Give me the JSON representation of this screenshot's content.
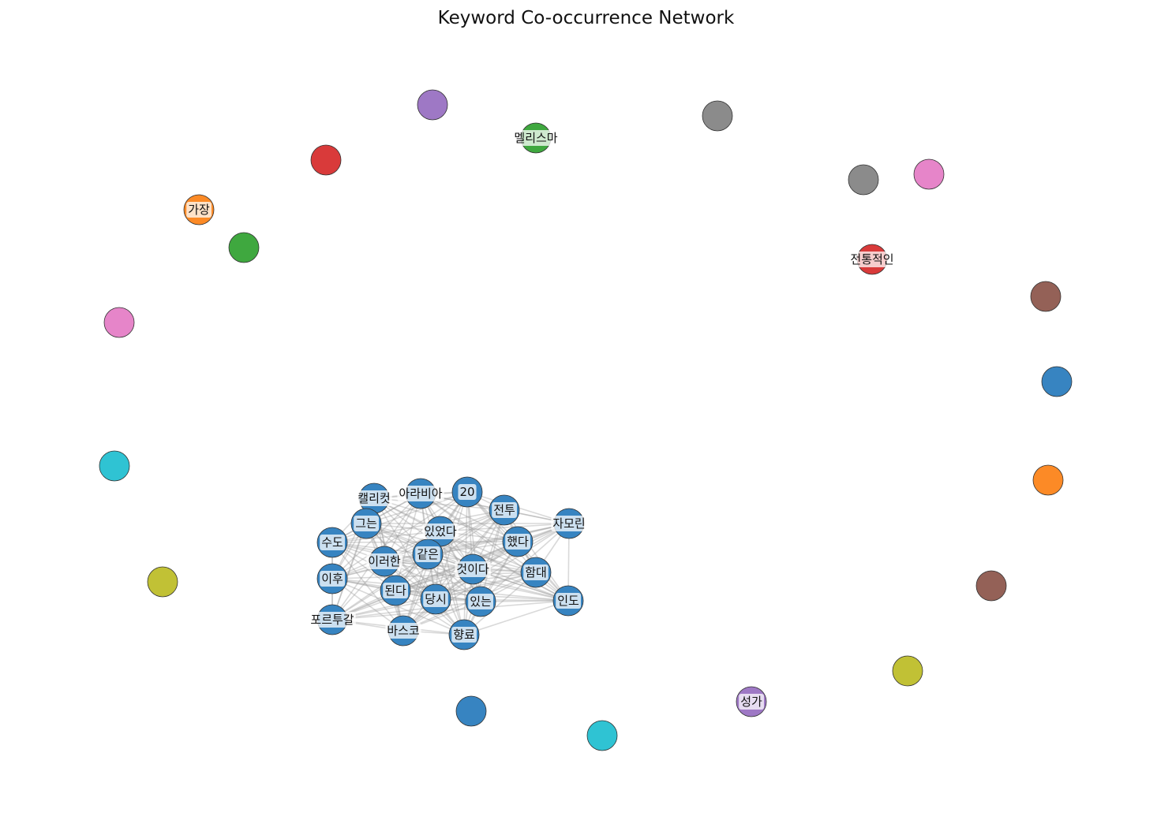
{
  "title": "Keyword Co-occurrence Network",
  "chart_data": {
    "type": "network",
    "title": "Keyword Co-occurrence Network",
    "main_cluster": {
      "color": "#3784c1",
      "nodes": [
        "캘리컷",
        "아라비아",
        "20",
        "전투",
        "자모린",
        "그는",
        "있었다",
        "했다",
        "수도",
        "이러한",
        "같은",
        "것이다",
        "함대",
        "이후",
        "된다",
        "당시",
        "있는",
        "인도",
        "포르투갈",
        "바스코",
        "향료"
      ]
    },
    "isolated_nodes": [
      {
        "label": "",
        "color": "#9e78c5"
      },
      {
        "label": "멜리스마",
        "color": "#3fa83f"
      },
      {
        "label": "",
        "color": "#8b8b8b"
      },
      {
        "label": "",
        "color": "#d93a3a"
      },
      {
        "label": "가장",
        "color": "#fc8a26"
      },
      {
        "label": "",
        "color": "#8b8b8b"
      },
      {
        "label": "",
        "color": "#e685c9"
      },
      {
        "label": "",
        "color": "#3fa83f"
      },
      {
        "label": "전통적인",
        "color": "#d93a3a"
      },
      {
        "label": "",
        "color": "#e685c9"
      },
      {
        "label": "",
        "color": "#946157"
      },
      {
        "label": "",
        "color": "#3784c1"
      },
      {
        "label": "",
        "color": "#2fc3d3"
      },
      {
        "label": "",
        "color": "#fc8a26"
      },
      {
        "label": "",
        "color": "#c1c135"
      },
      {
        "label": "",
        "color": "#946157"
      },
      {
        "label": "",
        "color": "#c1c135"
      },
      {
        "label": "성가",
        "color": "#9e78c5"
      },
      {
        "label": "",
        "color": "#3784c1"
      },
      {
        "label": "",
        "color": "#2fc3d3"
      }
    ]
  }
}
